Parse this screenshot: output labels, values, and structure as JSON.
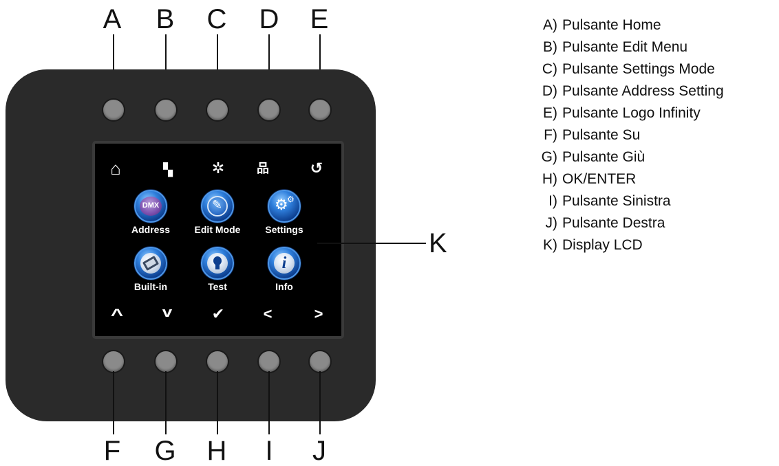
{
  "top_callouts": [
    "A",
    "B",
    "C",
    "D",
    "E"
  ],
  "bottom_callouts": [
    "F",
    "G",
    "H",
    "I",
    "J"
  ],
  "side_callout": "K",
  "lcd": {
    "top_icons": [
      {
        "icon": "home-icon",
        "glyph": "⌂"
      },
      {
        "icon": "edit-menu-icon",
        "glyph": "▚"
      },
      {
        "icon": "settings-asterisk-icon",
        "glyph": "✲"
      },
      {
        "icon": "address-network-icon",
        "glyph": "品"
      },
      {
        "icon": "logo-refresh-icon",
        "glyph": "↺"
      }
    ],
    "apps": [
      {
        "label": "Address",
        "icon": "dmx-icon",
        "badge": "DMX"
      },
      {
        "label": "Edit Mode",
        "icon": "pencil-icon"
      },
      {
        "label": "Settings",
        "icon": "gears-icon"
      },
      {
        "label": "Built-in",
        "icon": "film-icon"
      },
      {
        "label": "Test",
        "icon": "bulb-icon"
      },
      {
        "label": "Info",
        "icon": "info-icon"
      }
    ],
    "bottom_icons": [
      {
        "icon": "up-icon",
        "glyph": "^"
      },
      {
        "icon": "down-icon",
        "glyph": "v"
      },
      {
        "icon": "check-icon",
        "glyph": "✔"
      },
      {
        "icon": "left-icon",
        "glyph": "<"
      },
      {
        "icon": "right-icon",
        "glyph": ">"
      }
    ]
  },
  "legend": [
    {
      "key": "A)",
      "text": "Pulsante Home"
    },
    {
      "key": "B)",
      "text": "Pulsante Edit Menu"
    },
    {
      "key": "C)",
      "text": "Pulsante Settings Mode"
    },
    {
      "key": "D)",
      "text": "Pulsante Address Setting"
    },
    {
      "key": "E)",
      "text": "Pulsante Logo Infinity"
    },
    {
      "key": "F)",
      "text": "Pulsante Su"
    },
    {
      "key": "G)",
      "text": "Pulsante Giù"
    },
    {
      "key": "H)",
      "text": "OK/ENTER"
    },
    {
      "key": "I)",
      "text": "Pulsante Sinistra"
    },
    {
      "key": "J)",
      "text": "Pulsante Destra"
    },
    {
      "key": "K)",
      "text": "Display LCD"
    }
  ]
}
